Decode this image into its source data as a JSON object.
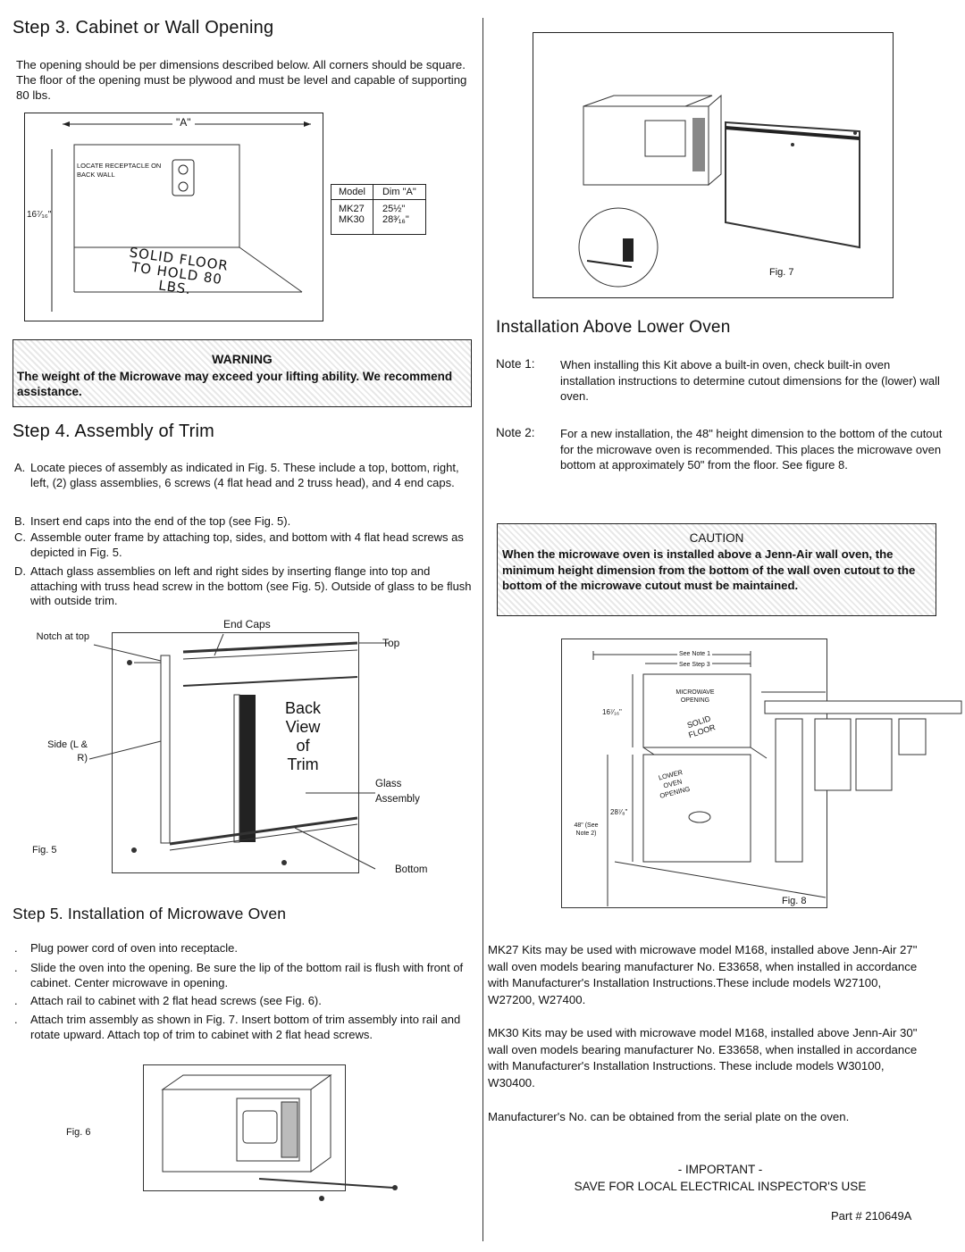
{
  "step3": {
    "title": "Step 3.  Cabinet or Wall Opening",
    "text": "The opening should be per dimensions described below. All corners should be square. The floor of the opening must be plywood and must be level and capable of supporting 80 lbs.",
    "fig": {
      "dim_a": "\"A\"",
      "receptacle": "LOCATE RECEPTACLE ON BACK WALL",
      "height": "16⁷⁄₁₆\"",
      "floor": "SOLID FLOOR TO HOLD 80 LBS."
    },
    "table": {
      "headers": [
        "Model",
        "Dim \"A\""
      ],
      "rows": [
        [
          "MK27",
          "25½\""
        ],
        [
          "MK30",
          "28³⁄₁₆\""
        ]
      ]
    }
  },
  "warning": {
    "title": "WARNING",
    "text": "The weight of the Microwave may exceed your lifting ability. We recommend assistance."
  },
  "step4": {
    "title": "Step 4.  Assembly of Trim",
    "items": [
      {
        "marker": "A.",
        "text": "Locate pieces of assembly as indicated in Fig. 5. These include a top, bottom, right, left, (2) glass assemblies, 6 screws (4 flat head and 2 truss head), and 4 end caps."
      },
      {
        "marker": "B.",
        "text": "Insert end caps into the end of the top (see Fig. 5)."
      },
      {
        "marker": "C.",
        "text": "Assemble outer frame by attaching top, sides, and bottom with 4 flat head screws as depicted in Fig. 5."
      },
      {
        "marker": "D.",
        "text": "Attach glass assemblies on left and right sides by inserting flange into top and attaching with truss head screw in the bottom (see Fig. 5). Outside of glass to be flush with outside trim."
      }
    ],
    "fig5": {
      "end_caps": "End Caps",
      "notch": "Notch at top",
      "top": "Top",
      "side": "Side (L & R)",
      "back_view": "Back View of Trim",
      "glass": "Glass Assembly",
      "bottom": "Bottom",
      "label": "Fig. 5"
    }
  },
  "step5": {
    "title": "Step 5.  Installation of Microwave Oven",
    "items": [
      {
        "marker": ".",
        "text": "Plug power cord of oven into receptacle."
      },
      {
        "marker": ".",
        "text": "Slide the oven into the opening. Be sure the lip of the bottom rail is flush with front of cabinet. Center microwave in opening."
      },
      {
        "marker": ".",
        "text": "Attach rail to cabinet with 2 flat head screws (see Fig. 6)."
      },
      {
        "marker": ".",
        "text": "Attach trim assembly as shown in Fig. 7. Insert bottom of trim assembly into rail and rotate upward. Attach top of trim to cabinet with 2 flat head screws."
      }
    ],
    "fig6": "Fig. 6"
  },
  "fig7": "Fig. 7",
  "install_above": {
    "title": "Installation Above Lower Oven",
    "notes": [
      {
        "label": "Note 1:",
        "text": "When installing this Kit above a built-in oven, check built-in oven installation instructions to determine cutout dimensions for the (lower) wall oven."
      },
      {
        "label": "Note 2:",
        "text": "For a new installation, the 48\" height dimension to the bottom of the cutout for the microwave oven is recommended. This places the microwave oven bottom at approximately 50\" from the floor. See figure 8."
      }
    ]
  },
  "caution": {
    "title": "CAUTION",
    "text": "When the microwave oven is installed above a Jenn-Air wall oven, the minimum height dimension from the bottom of the wall oven cutout to the bottom of the microwave cutout must be maintained."
  },
  "fig8": {
    "see_note1": "See Note 1",
    "see_step3": "See Step 3",
    "mw_opening": "MICROWAVE OPENING",
    "solid_floor": "SOLID FLOOR",
    "h1": "16⁷⁄₁₆\"",
    "lower_oven": "LOWER OVEN OPENING",
    "h2": "28⁷⁄₈\"",
    "h3": "48\" (See Note 2)",
    "label": "Fig. 8"
  },
  "kits": {
    "mk27": "MK27 Kits may be used with microwave model M168, installed above Jenn-Air 27\" wall oven models bearing manufacturer No. E33658, when installed in accordance with Manufacturer's Installation Instructions.These include models W27100, W27200, W27400.",
    "mk30": "MK30 Kits may be used with microwave model M168, installed above Jenn-Air 30\" wall oven models bearing manufacturer No. E33658, when installed in accordance with Manufacturer's Installation Instructions. These include models W30100, W30400.",
    "mfr": "Manufacturer's No. can be obtained from the serial plate on the oven."
  },
  "important": {
    "title": "- IMPORTANT -",
    "text": "SAVE FOR LOCAL ELECTRICAL INSPECTOR'S USE"
  },
  "part": "Part # 210649A"
}
